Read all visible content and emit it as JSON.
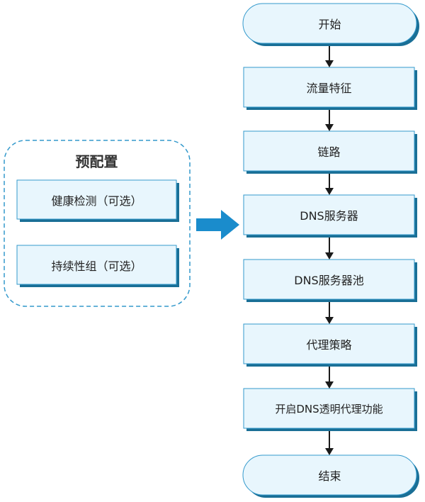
{
  "flow": {
    "steps": [
      "开始",
      "流量特征",
      "链路",
      "DNS服务器",
      "DNS服务器池",
      "代理策略",
      "开启DNS透明代理功能",
      "结束"
    ]
  },
  "preconfig": {
    "title": "预配置",
    "items": [
      "健康检测（可选）",
      "持续性组（可选）"
    ]
  },
  "colors": {
    "box_fill": "#e8f6fd",
    "box_border": "#3399cc",
    "shadow": "#1a6f96",
    "dashed_border": "#3399cc",
    "arrow": "#1a1a1a",
    "big_arrow": "#1a8ccc"
  }
}
